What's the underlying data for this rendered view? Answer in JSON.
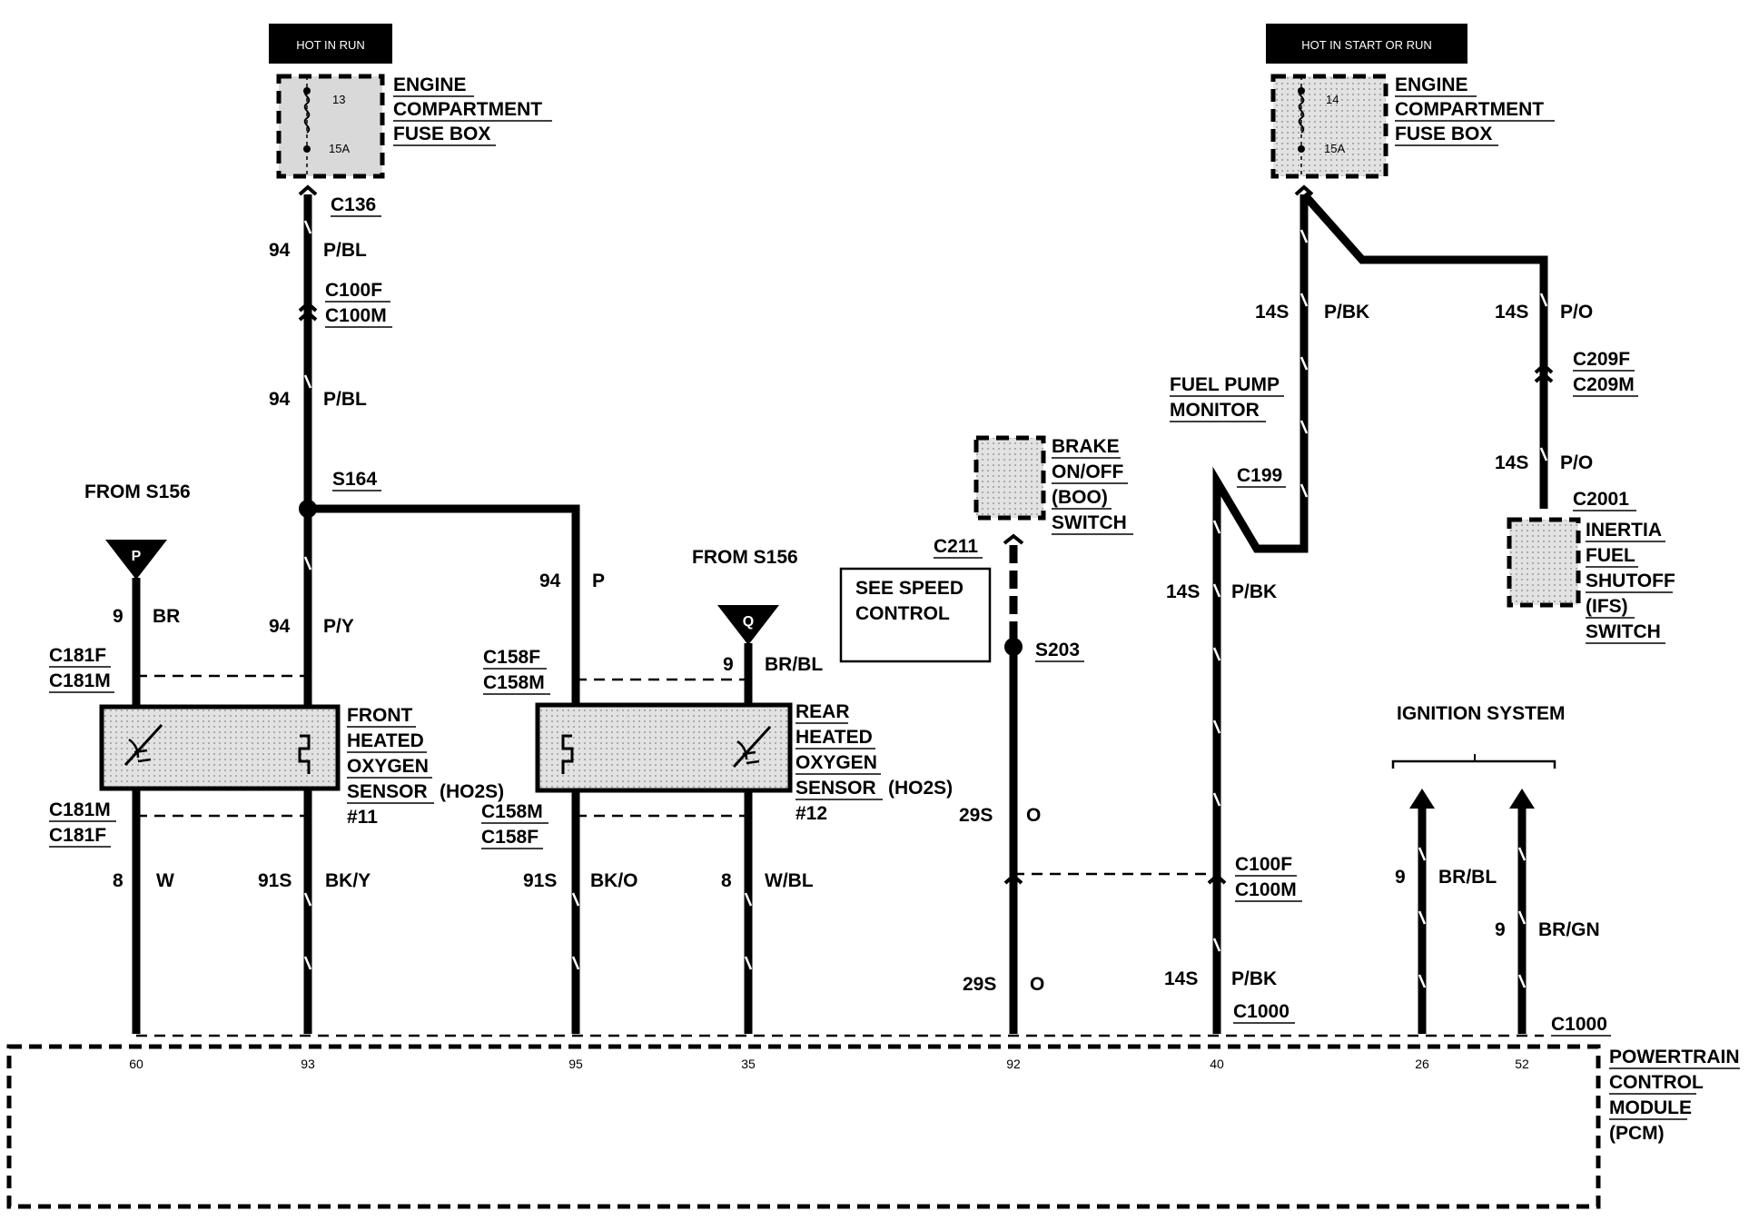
{
  "top_left": {
    "power_label": "HOT IN  RUN",
    "fuse_number": "13",
    "fuse_rating": "15A",
    "fuse_box": [
      "ENGINE",
      "COMPARTMENT",
      "FUSE BOX"
    ],
    "connector_top": "C136",
    "circuit": "94",
    "color": "P/BL",
    "inline_connector": [
      "C100F",
      "C100M"
    ],
    "splice": "S164"
  },
  "top_right": {
    "power_label": "HOT IN START OR RUN",
    "fuse_number": "14",
    "fuse_rating": "15A",
    "fuse_box": [
      "ENGINE",
      "COMPARTMENT",
      "FUSE BOX"
    ]
  },
  "front_sensor": {
    "from_label": "FROM S156",
    "source_letter": "P",
    "circuits": {
      "left": "9",
      "left_color": "BR",
      "right": "94",
      "right_color": "P/Y"
    },
    "connector_top": [
      "C181F",
      "C181M"
    ],
    "name": [
      "FRONT",
      "HEATED",
      "OXYGEN",
      "SENSOR",
      "(HO2S)",
      "#11"
    ],
    "connector_bottom": [
      "C181M",
      "C181F"
    ],
    "bottom_circuits": {
      "left": "8",
      "left_color": "W",
      "right": "91S",
      "right_color": "BK/Y"
    }
  },
  "rear_sensor": {
    "from_label": "FROM S156",
    "source_letter": "Q",
    "circuits": {
      "left": "94",
      "left_color": "P",
      "right": "9",
      "right_color": "BR/BL"
    },
    "connector_top": [
      "C158F",
      "C158M"
    ],
    "name": [
      "REAR",
      "HEATED",
      "OXYGEN",
      "SENSOR",
      "(HO2S)",
      "#12"
    ],
    "connector_bottom": [
      "C158M",
      "C158F"
    ],
    "bottom_circuits": {
      "left": "91S",
      "left_color": "BK/O",
      "right": "8",
      "right_color": "W/BL"
    }
  },
  "brake": {
    "name": [
      "BRAKE",
      "ON/OFF",
      "(BOO)",
      "SWITCH"
    ],
    "connector": "C211",
    "see_speed": [
      "SEE SPEED",
      "CONTROL"
    ],
    "splice": "S203",
    "circuit": "29S",
    "color": "O"
  },
  "fuel_pump": {
    "name": [
      "FUEL PUMP",
      "MONITOR"
    ],
    "connector": "C199",
    "circuit": "14S",
    "color": "P/BK",
    "inline_connector": [
      "C100F",
      "C100M"
    ],
    "pcm_connector": "C1000"
  },
  "inertia": {
    "circuit": "14S",
    "color": "P/O",
    "inline_connector": [
      "C209F",
      "C209M"
    ],
    "connector": "C2001",
    "name": [
      "INERTIA",
      "FUEL",
      "SHUTOFF",
      "(IFS)",
      "SWITCH"
    ]
  },
  "ignition": {
    "title": "IGNITION SYSTEM",
    "left_circuit": "9",
    "left_color": "BR/BL",
    "right_circuit": "9",
    "right_color": "BR/GN",
    "pcm_connector": "C1000"
  },
  "pcm": {
    "name": [
      "POWERTRAIN",
      "CONTROL",
      "MODULE",
      "(PCM)"
    ],
    "pins": [
      "60",
      "93",
      "95",
      "35",
      "92",
      "40",
      "26",
      "52"
    ]
  }
}
